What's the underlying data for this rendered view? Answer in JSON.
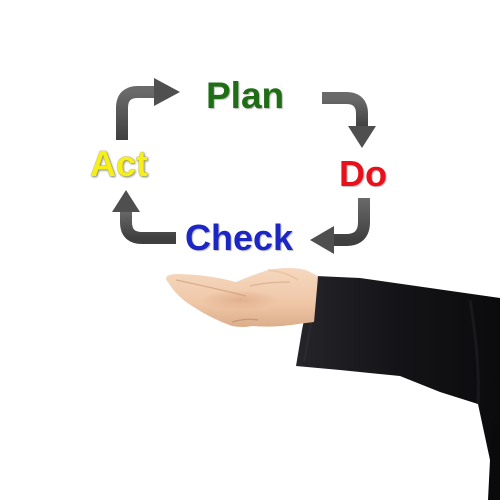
{
  "cycle": {
    "plan": "Plan",
    "do": "Do",
    "check": "Check",
    "act": "Act"
  },
  "colors": {
    "plan": "#1f6d14",
    "do": "#e8101a",
    "check": "#1c26c4",
    "act": "#f7ef1a",
    "arrow": "#4d4d4d",
    "suit": "#141416",
    "skin": "#f1cdb0",
    "background": "#ffffff"
  },
  "icons": [
    "arrow-plan-to-do-icon",
    "arrow-do-to-check-icon",
    "arrow-check-to-act-icon",
    "arrow-act-to-plan-icon"
  ]
}
